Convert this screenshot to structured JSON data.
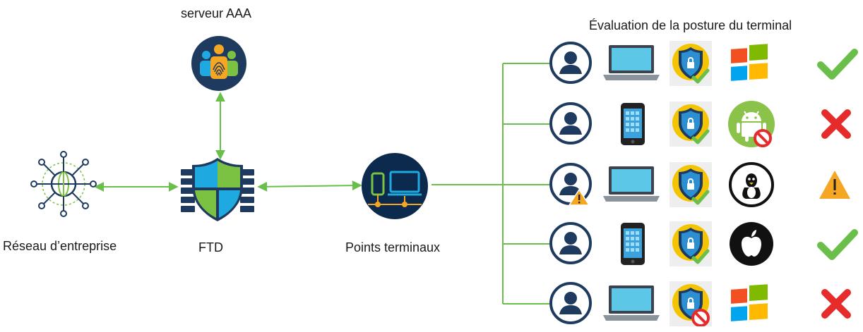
{
  "labels": {
    "aaa": "serveur AAA",
    "posture": "Évaluation de la posture du terminal",
    "enterprise": "Réseau d’entreprise",
    "ftd": "FTD",
    "endpoints": "Points terminaux"
  },
  "colors": {
    "line": "#6abf4b",
    "navy": "#1f3a5f",
    "shield_blue": "#1ea9e1",
    "shield_green": "#7cc242",
    "badge_yellow": "#f5c400",
    "ok": "#6abf4b",
    "fail": "#e52b2b",
    "warn": "#f5a623"
  },
  "rows": [
    {
      "device": "laptop-icon",
      "posture": "check",
      "os": "windows-icon",
      "status": "check-icon",
      "user_warning": false
    },
    {
      "device": "phone-icon",
      "posture": "check",
      "os": "android-icon",
      "os_blocked": true,
      "status": "cross-icon",
      "user_warning": false
    },
    {
      "device": "laptop-icon",
      "posture": "check",
      "os": "linux-icon",
      "status": "warning-icon",
      "user_warning": true
    },
    {
      "device": "phone-icon",
      "posture": "check",
      "os": "apple-icon",
      "status": "check-icon",
      "user_warning": false
    },
    {
      "device": "laptop-icon",
      "posture": "blocked",
      "os": "windows-icon",
      "status": "cross-icon",
      "user_warning": false
    }
  ]
}
